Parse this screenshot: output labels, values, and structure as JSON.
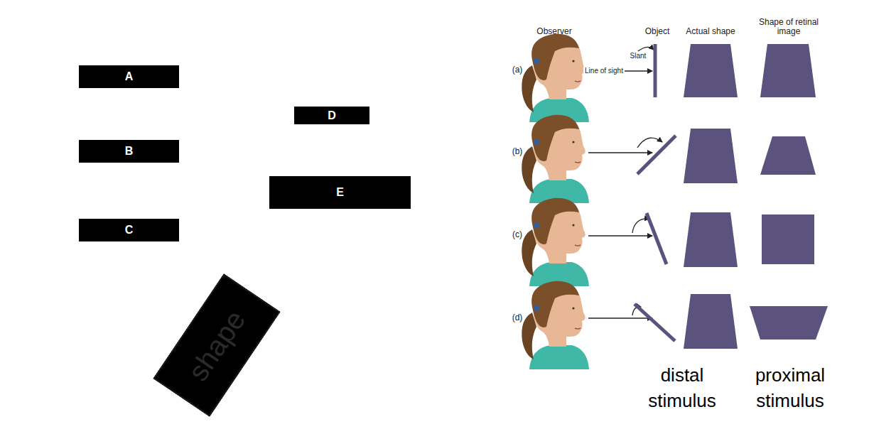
{
  "diagram": {
    "nodes": [
      {
        "text": [
          "A"
        ]
      },
      {
        "text": [
          "B"
        ]
      },
      {
        "text": [
          "C"
        ]
      },
      {
        "text": [
          "D"
        ]
      },
      {
        "text": [
          "E"
        ]
      },
      {
        "text": [
          "shape"
        ]
      }
    ],
    "labels": [
      "Observer",
      "Object",
      "Actual shape",
      "Shape of retinal image",
      "Slant",
      "Line of sight",
      "(a)",
      "(b)",
      "(c)",
      "(d)",
      "distal stimulus",
      "proximal stimulus"
    ]
  }
}
